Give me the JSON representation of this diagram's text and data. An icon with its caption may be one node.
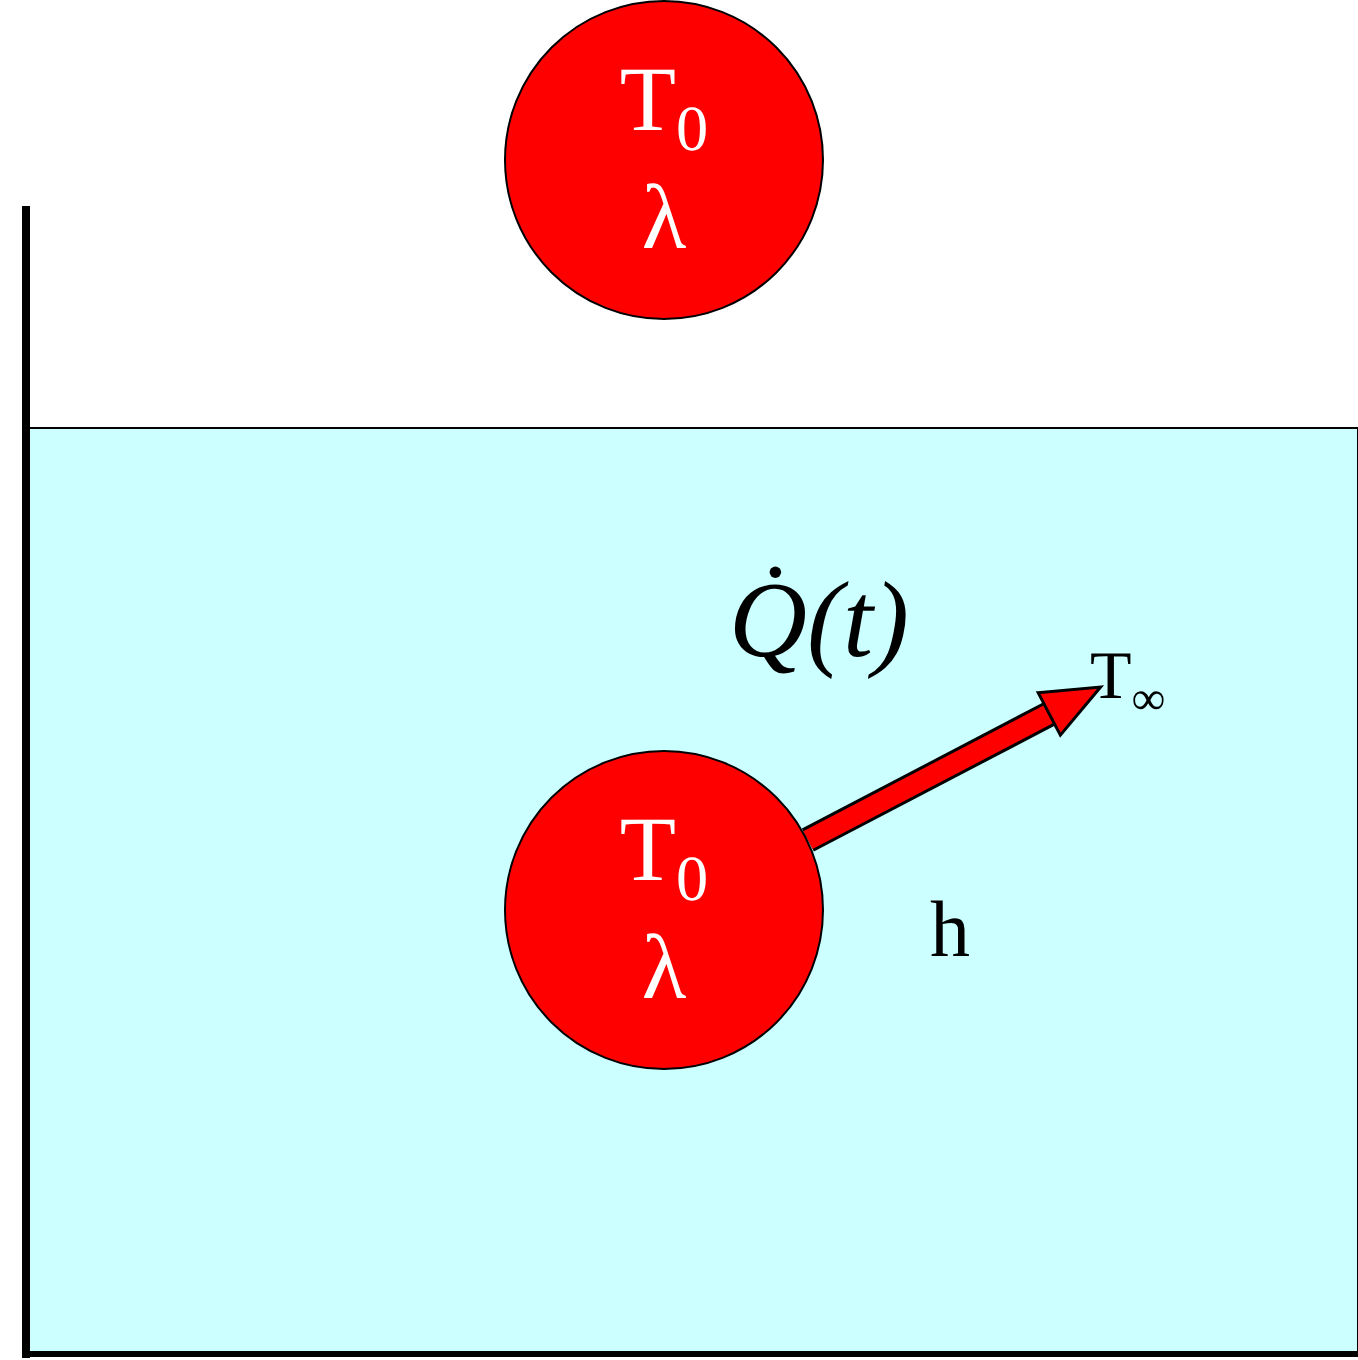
{
  "diagram": {
    "nodes": [
      {
        "text": [
          "T$_{0}$",
          "λ"
        ]
      },
      {
        "text": [
          "T$_{0}$",
          "λ"
        ]
      },
      {
        "text": [
          "T$_{∞}$"
        ]
      }
    ],
    "edges": [
      {
        "from": 1,
        "to": 2,
        "arrow": "to",
        "label": "Q̇(t)",
        "color": "#ff0000"
      }
    ],
    "labels": [
      "h"
    ]
  }
}
